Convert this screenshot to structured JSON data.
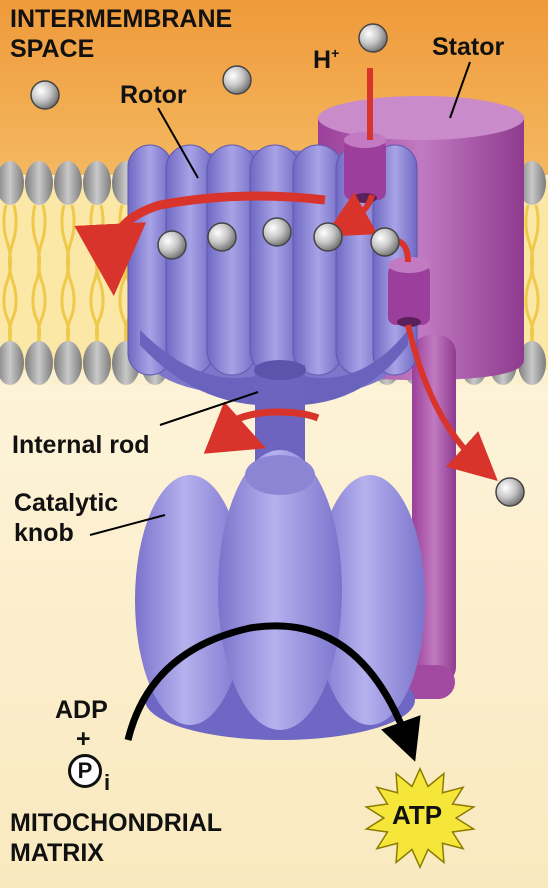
{
  "labels": {
    "intermembrane_space": "INTERMEMBRANE\nSPACE",
    "rotor": "Rotor",
    "h_plus": "H",
    "h_plus_sup": "+",
    "stator": "Stator",
    "internal_rod": "Internal rod",
    "catalytic_knob": "Catalytic\nknob",
    "adp": "ADP",
    "plus": "+",
    "phosphate_symbol": "P",
    "phosphate_sub": "i",
    "mitochondrial_matrix": "MITOCHONDRIAL\nMATRIX",
    "atp": "ATP"
  },
  "colors": {
    "intermembrane_space": "#eea440",
    "matrix": "#fbf0cf",
    "membrane_head": "#a7a7a7",
    "membrane_tail": "#f2d54f",
    "rotor_complex": "#8c86d4",
    "stator": "#a855a8",
    "proton_path": "#d9342b",
    "reaction_arrow": "#000000",
    "atp_burst": "#f7e63a"
  }
}
